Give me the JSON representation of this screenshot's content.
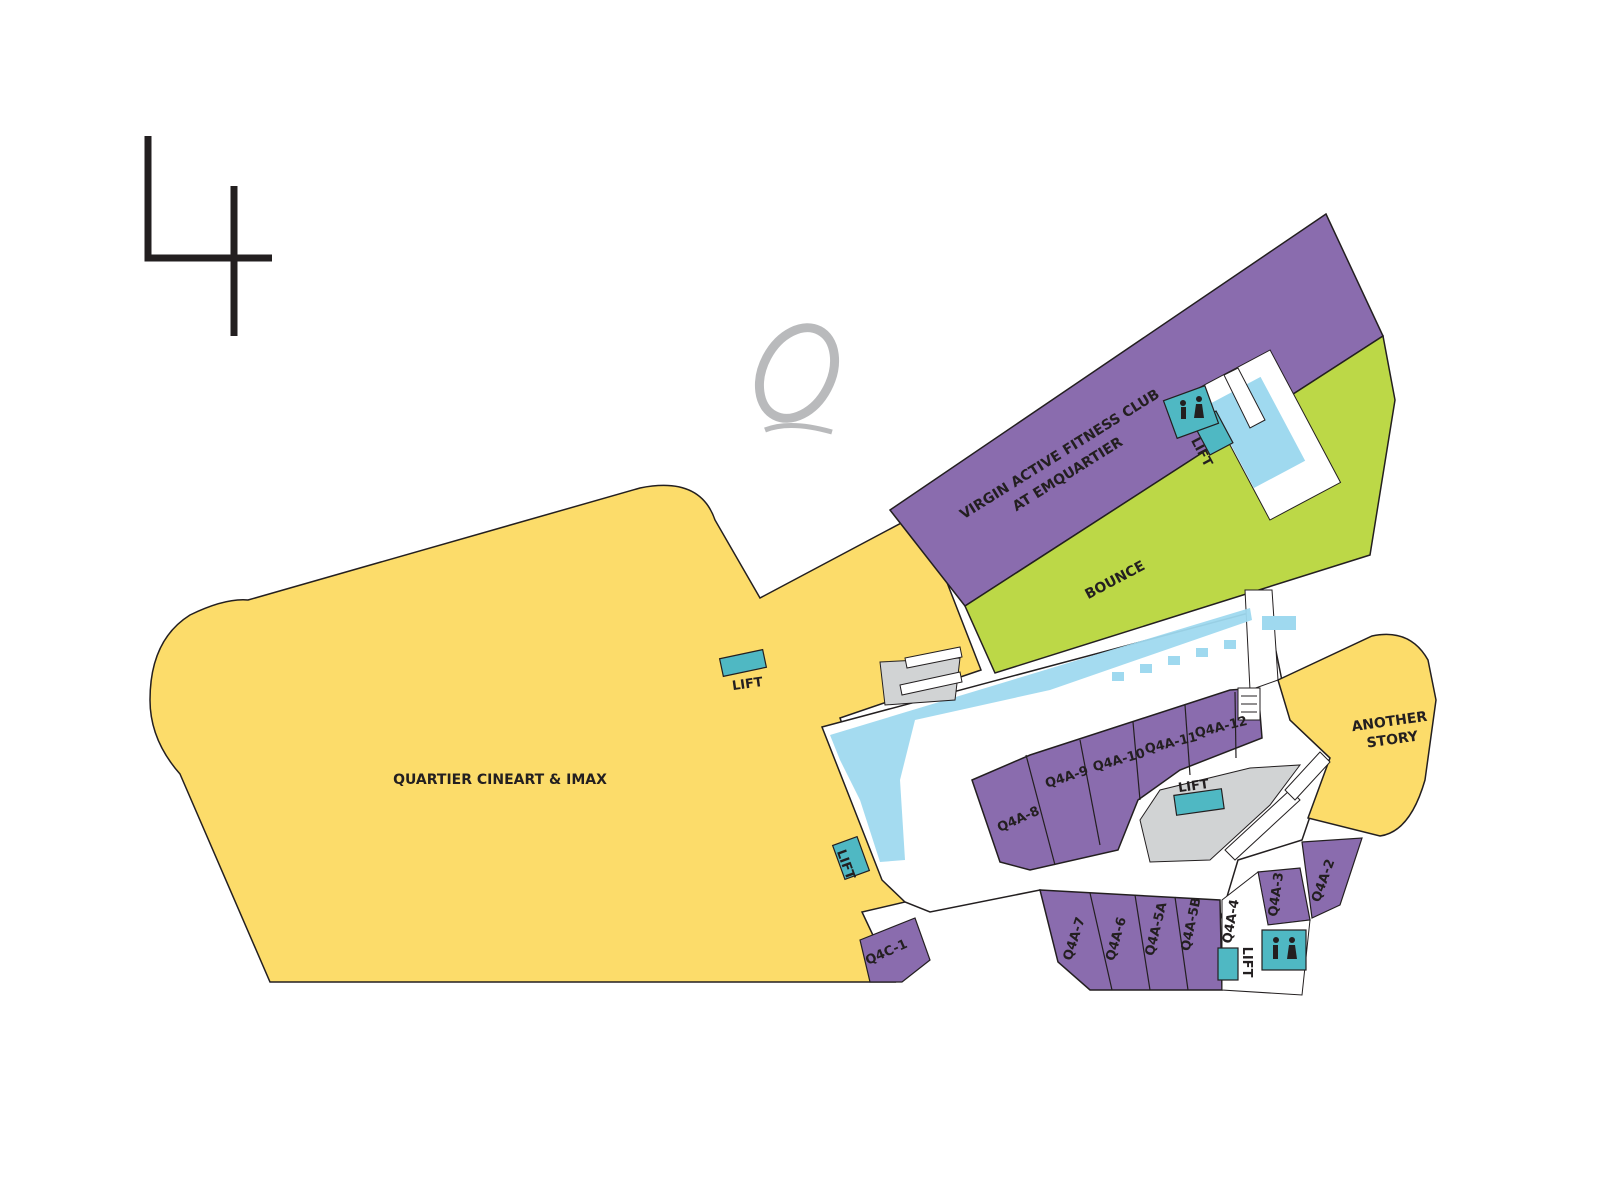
{
  "floor": {
    "number": "4"
  },
  "colors": {
    "cinema": "#fcdc6a",
    "fitness": "#8a6cae",
    "bounce": "#bcd847",
    "shop": "#8a6cae",
    "story": "#fcdc6a",
    "corridor": "#ffffff",
    "water": "#9fd9ef",
    "facility": "#4fb8c3",
    "logo": "#b2b3b5"
  },
  "zones": {
    "cinema": "QUARTIER CINEART & IMAX",
    "fitness_line1": "VIRGIN ACTIVE FITNESS CLUB",
    "fitness_line2": "AT EMQUARTIER",
    "bounce": "BOUNCE",
    "story_line1": "ANOTHER",
    "story_line2": "STORY"
  },
  "units": {
    "q4a_2": "Q4A-2",
    "q4a_3": "Q4A-3",
    "q4a_4": "Q4A-4",
    "q4a_5b": "Q4A-5B",
    "q4a_5a": "Q4A-5A",
    "q4a_6": "Q4A-6",
    "q4a_7": "Q4A-7",
    "q4a_8": "Q4A-8",
    "q4a_9": "Q4A-9",
    "q4a_10": "Q4A-10",
    "q4a_11": "Q4A-11",
    "q4a_12": "Q4A-12",
    "q4c_1": "Q4C-1"
  },
  "facilities": {
    "lift_label": "LIFT"
  },
  "icons": [
    "lift-icon",
    "restroom-icon",
    "escalator-icon",
    "staircase-icon",
    "emquartier-logo"
  ]
}
